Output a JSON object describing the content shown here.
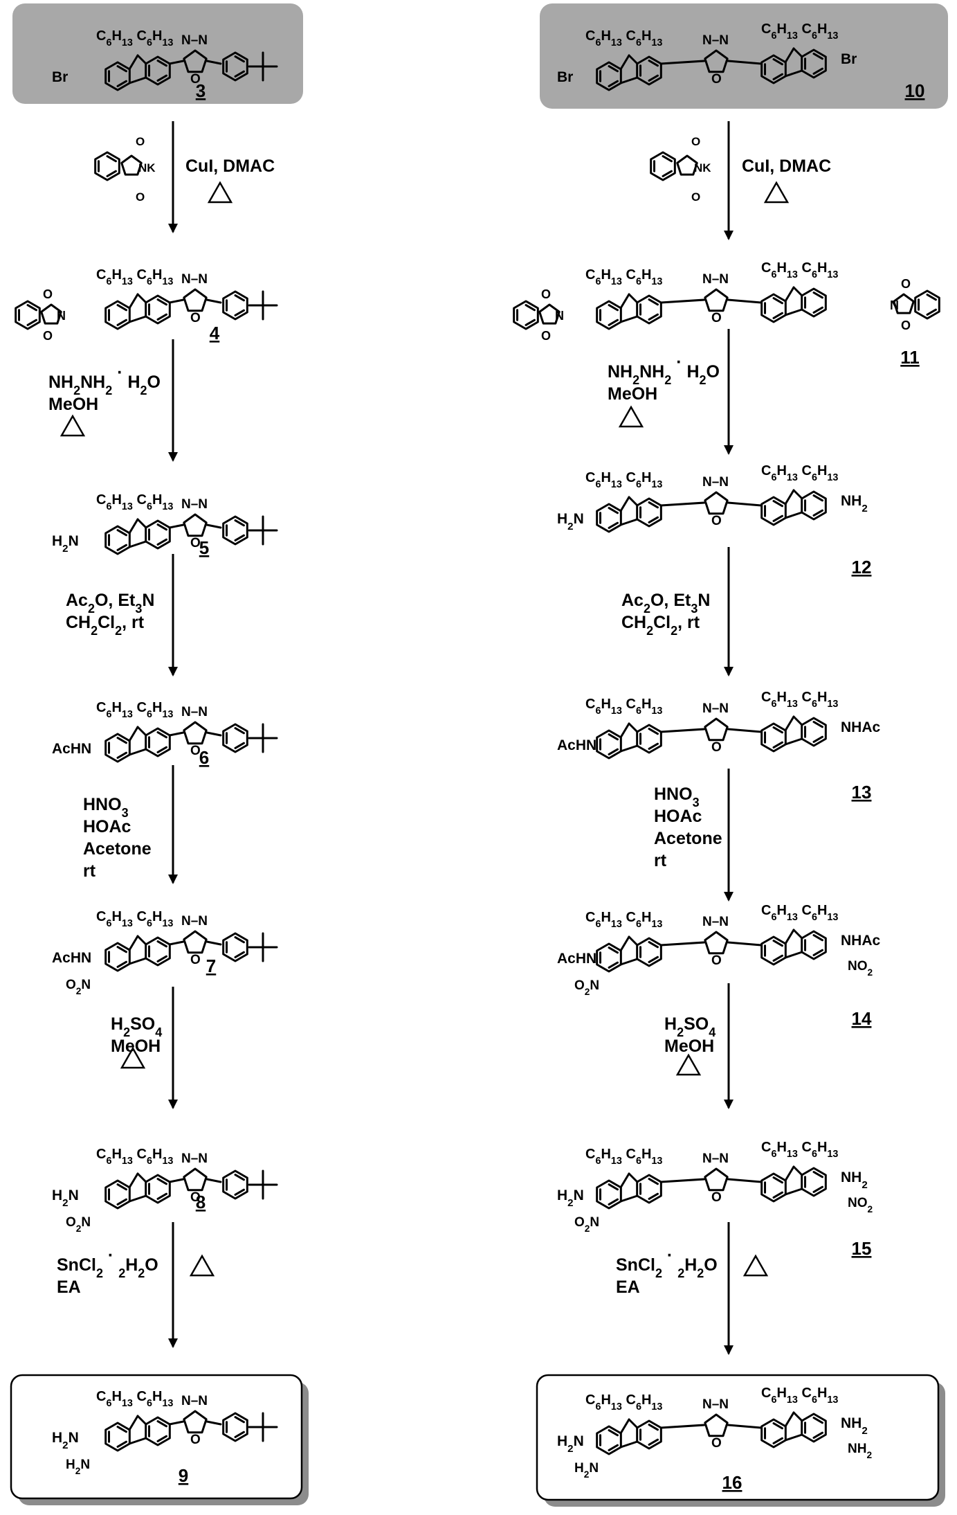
{
  "compounds": {
    "c3": "3",
    "c4": "4",
    "c5": "5",
    "c6": "6",
    "c7": "7",
    "c8": "8",
    "c9": "9",
    "c10": "10",
    "c11": "11",
    "c12": "12",
    "c13": "13",
    "c14": "14",
    "c15": "15",
    "c16": "16"
  },
  "reagents": {
    "step1": [
      "CuI, DMAC"
    ],
    "step2": [
      "NH2NH2 · H2O",
      "MeOH"
    ],
    "step3": [
      "Ac2O, Et3N",
      "CH2Cl2, rt"
    ],
    "step4": [
      "HNO3",
      "HOAc",
      "Acetone",
      "rt"
    ],
    "step5": [
      "H2SO4",
      "MeOH"
    ],
    "step6": [
      "SnCl2 · 2H2O",
      "EA"
    ]
  },
  "atoms": {
    "br": "Br",
    "n": "N",
    "o": "O",
    "nk": "NK",
    "nh2": "NH2",
    "h2n": "H2N",
    "achn": "AcHN",
    "nhac": "NHAc",
    "no2": "NO2",
    "o2n": "O2N",
    "c6h13": "C6H13"
  },
  "heat_symbol": "△",
  "colors": {
    "start_box": "#a8a8a8",
    "end_box": "#ffffff",
    "shadow": "#8c8c8c"
  }
}
